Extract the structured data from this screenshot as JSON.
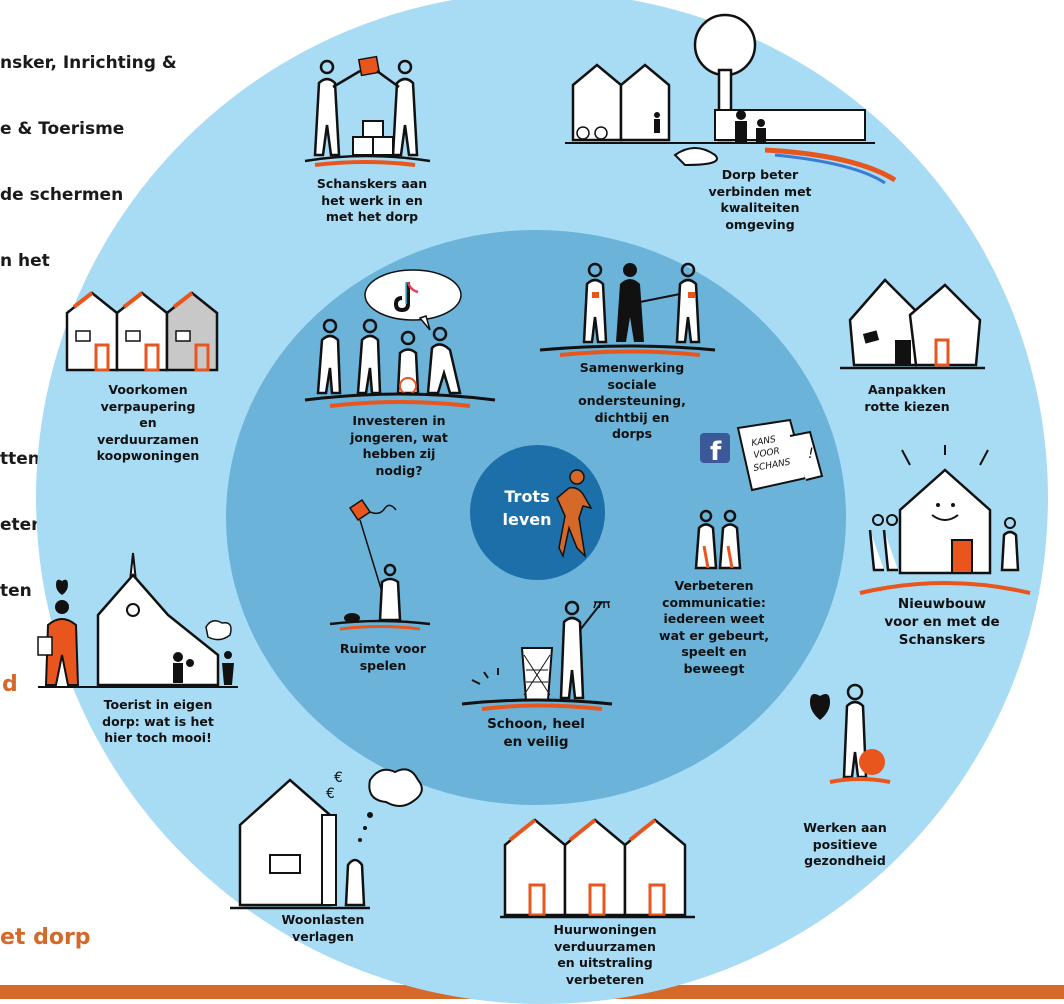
{
  "background_text": {
    "lines": [
      "nsker, Inrichting &",
      "e & Toerisme",
      "de schermen",
      "n het",
      "",
      "",
      "tten",
      "eter",
      "ten"
    ],
    "orange_fragment_1": "d",
    "orange_fragment_2": "et dorp"
  },
  "center": {
    "label_line1": "Trots",
    "label_line2": "leven"
  },
  "outer_items": [
    {
      "id": "schanskers",
      "caption": "Schanskers aan\nhet werk in en\nmet het dorp"
    },
    {
      "id": "dorp-verbinden",
      "caption": "Dorp beter\nverbinden met\nkwaliteiten\nomgeving"
    },
    {
      "id": "rotte-kiezen",
      "caption": "Aanpakken\nrotte kiezen"
    },
    {
      "id": "nieuwbouw",
      "caption": "Nieuwbouw\nvoor en met de\nSchanskers"
    },
    {
      "id": "gezondheid",
      "caption": "Werken aan\npositieve\ngezondheid"
    },
    {
      "id": "huurwoningen",
      "caption": "Huurwoningen\nverduurzamen\nen uitstraling\nverbeteren"
    },
    {
      "id": "woonlasten",
      "caption": "Woonlasten\nverlagen"
    },
    {
      "id": "toerist",
      "caption": "Toerist in eigen\ndorp: wat is het\nhier toch mooi!"
    },
    {
      "id": "verpaupering",
      "caption": "Voorkomen\nverpaupering\nen\nverduurzamen\nkoopwoningen"
    }
  ],
  "inner_items": [
    {
      "id": "jongeren",
      "caption": "Investeren in\njongeren, wat\nhebben zij\nnodig?"
    },
    {
      "id": "samenwerking",
      "caption": "Samenwerking\nsociale\nondersteuning,\ndichtbij en\ndorps"
    },
    {
      "id": "communicatie",
      "caption": "Verbeteren\ncommunicatie:\niedereen weet\nwat er gebeurt,\nspeelt en\nbeweegt"
    },
    {
      "id": "schoon",
      "caption": "Schoon, heel\nen veilig"
    },
    {
      "id": "spelen",
      "caption": "Ruimte voor\nspelen"
    }
  ],
  "paper_text": {
    "line1": "KANS",
    "line2": "VOOR",
    "line3": "SCHANS",
    "mark": "!"
  },
  "colors": {
    "outer": "#a8dcf5",
    "inner": "#6bb3d9",
    "center": "#1c6fa8",
    "accent": "#d4692a"
  },
  "icons": [
    "tiktok-icon",
    "facebook-icon",
    "heart-icon",
    "euro-icon"
  ]
}
